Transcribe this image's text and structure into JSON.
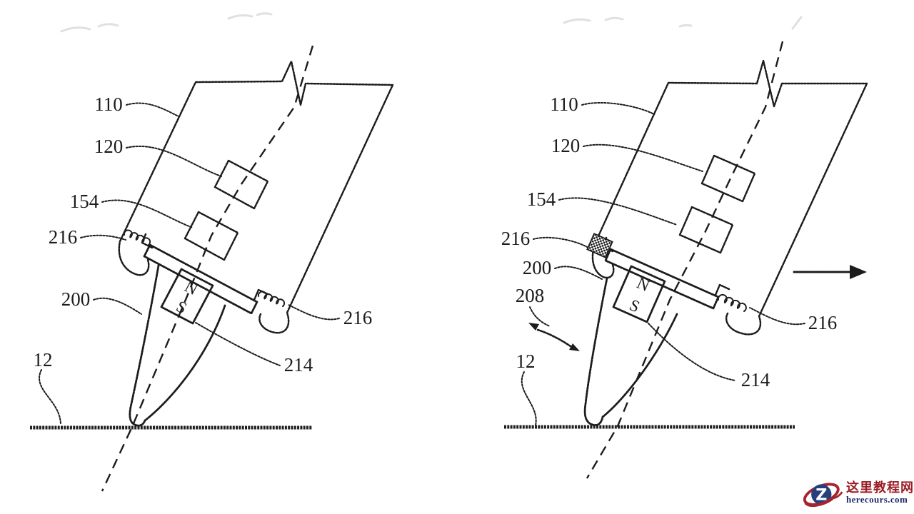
{
  "figure": {
    "type": "patent-line-drawing",
    "subject": "stylus tip assembly on surface, two states",
    "left": {
      "labels": {
        "n110": "110",
        "n120": "120",
        "n154": "154",
        "n216_left": "216",
        "n200": "200",
        "n12": "12",
        "n216_right": "216",
        "n214": "214"
      },
      "magnet": {
        "north": "N",
        "south": "S"
      }
    },
    "right": {
      "labels": {
        "n110": "110",
        "n120": "120",
        "n154": "154",
        "n216_left": "216",
        "n200": "200",
        "n208": "208",
        "n12": "12",
        "n216_right": "216",
        "n214": "214"
      },
      "magnet": {
        "north": "N",
        "south": "S"
      }
    }
  },
  "watermark": {
    "site_name": "这里教程网",
    "site_url": "herecours.com",
    "logo_letter": "Z",
    "accent_red": "#9c1f28",
    "accent_navy": "#26407c"
  }
}
